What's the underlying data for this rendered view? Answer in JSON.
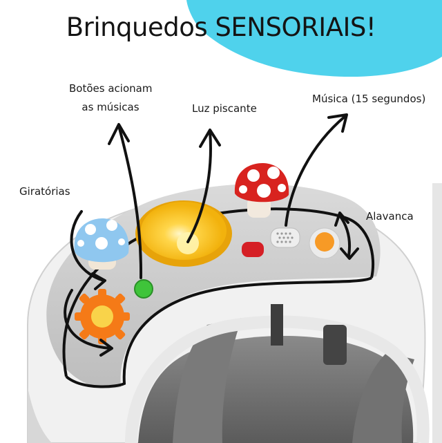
{
  "title": "Brinquedos SENSORIAIS!",
  "labels": {
    "giratorias": "Giratórias",
    "botoes_line1": "Botões acionam",
    "botoes_line2": "as músicas",
    "luz": "Luz piscante",
    "musica": "Música (15 segundos)",
    "alavanca": "Alavanca"
  },
  "colors": {
    "accent_blob": "#4fd2ec",
    "tray_gray": "#c9c9c9",
    "seat_gray": "#6e6e6e",
    "yellow_panel": "#f2b20d",
    "blue_mushroom": "#8fc7ef",
    "red_mushroom": "#d8231f",
    "orange_gear": "#f57a17",
    "green_button": "#3fc43a",
    "red_button": "#d51f25",
    "arrow": "#111111"
  }
}
